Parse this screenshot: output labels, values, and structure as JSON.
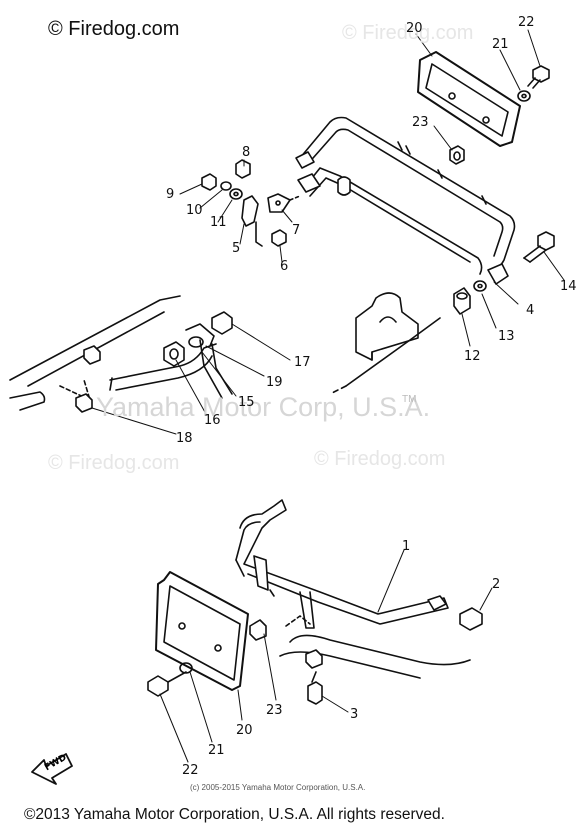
{
  "brand": "© Firedog.com",
  "watermarks": [
    "© Firedog.com",
    "© Firedog.com",
    "© Firedog.com"
  ],
  "center_watermark": "Yamaha Motor Corp, U.S.A.",
  "trademark": "TM",
  "fwd_label": "FWD",
  "small_copyright": "(c) 2005-2015 Yamaha Motor Corporation, U.S.A.",
  "footer": "©2013 Yamaha Motor Corporation, U.S.A. All rights reserved.",
  "callouts": [
    "20",
    "22",
    "21",
    "23",
    "8",
    "9",
    "10",
    "11",
    "5",
    "6",
    "7",
    "14",
    "4",
    "13",
    "12",
    "17",
    "19",
    "15",
    "16",
    "18",
    "1",
    "2",
    "3",
    "23",
    "20",
    "21",
    "22"
  ]
}
